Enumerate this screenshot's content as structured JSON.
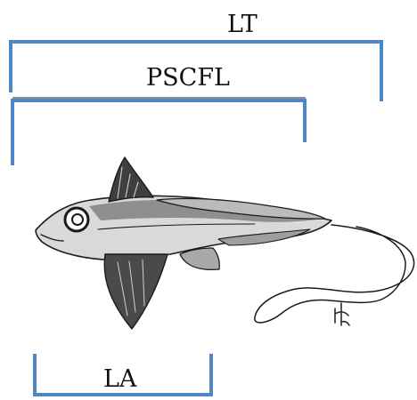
{
  "labels": {
    "total_length": "LT",
    "precaudal_length": "PSCFL",
    "anal_length": "LA"
  },
  "colors": {
    "bracket_blue": "#4f86c6",
    "bracket_gray": "#8c8f96",
    "ink": "#1a1a1a",
    "paper": "#ffffff"
  },
  "icons": {
    "specimen": "chimaera-fish-illustration",
    "signature": "artist-signature-mark"
  }
}
